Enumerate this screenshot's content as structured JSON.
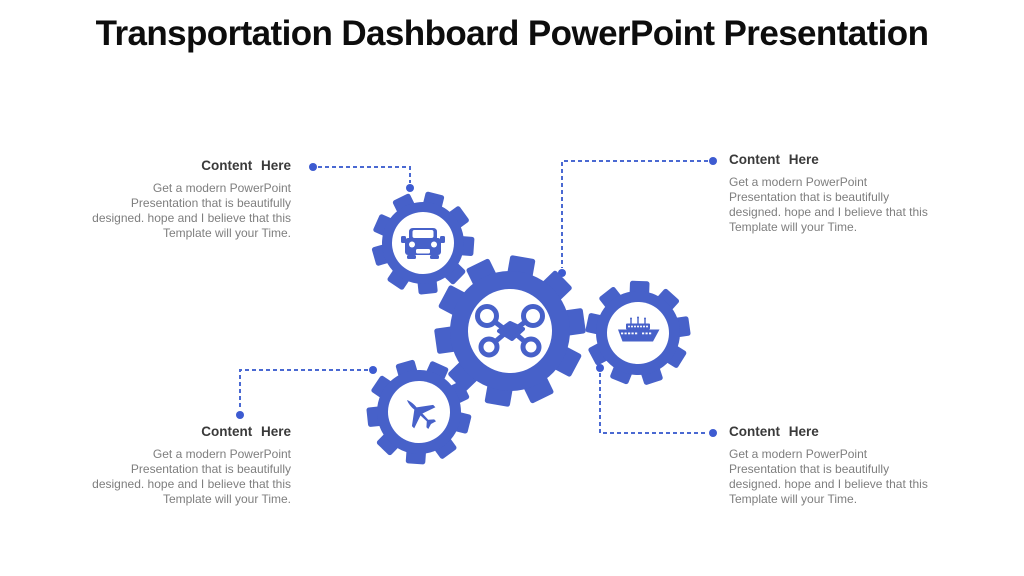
{
  "slide": {
    "title": "Transportation Dashboard PowerPoint Presentation",
    "blocks": {
      "top_left": {
        "heading": "Content Here",
        "lines": [
          "Get a modern PowerPoint",
          "Presentation that is beautifully",
          "designed. hope and I believe that this",
          "Template will your Time."
        ]
      },
      "top_right": {
        "heading": "Content Here",
        "lines": [
          "Get a modern PowerPoint",
          "Presentation that is beautifully",
          "designed. hope and I believe that this",
          "Template will your Time."
        ]
      },
      "bottom_left": {
        "heading": "Content Here",
        "lines": [
          "Get a modern PowerPoint",
          "Presentation that is beautifully",
          "designed. hope and I believe that this",
          "Template will your Time."
        ]
      },
      "bottom_right": {
        "heading": "Content Here",
        "lines": [
          "Get a modern PowerPoint",
          "Presentation that is beautifully",
          "designed. hope and I believe that this",
          "Template will your Time."
        ]
      }
    },
    "gears": [
      {
        "name": "car-gear",
        "icon": "car-icon"
      },
      {
        "name": "drone-gear",
        "icon": "drone-icon"
      },
      {
        "name": "ship-gear",
        "icon": "ship-icon"
      },
      {
        "name": "plane-gear",
        "icon": "plane-icon"
      }
    ],
    "colors": {
      "gear_blue": "#4761c9",
      "connector_blue": "#4a69d2",
      "dot_blue": "#3d5bd1",
      "heading_text": "#3a3a3a",
      "body_text": "#7e7e7e",
      "title_text": "#0d0d0d",
      "background": "#ffffff"
    }
  }
}
